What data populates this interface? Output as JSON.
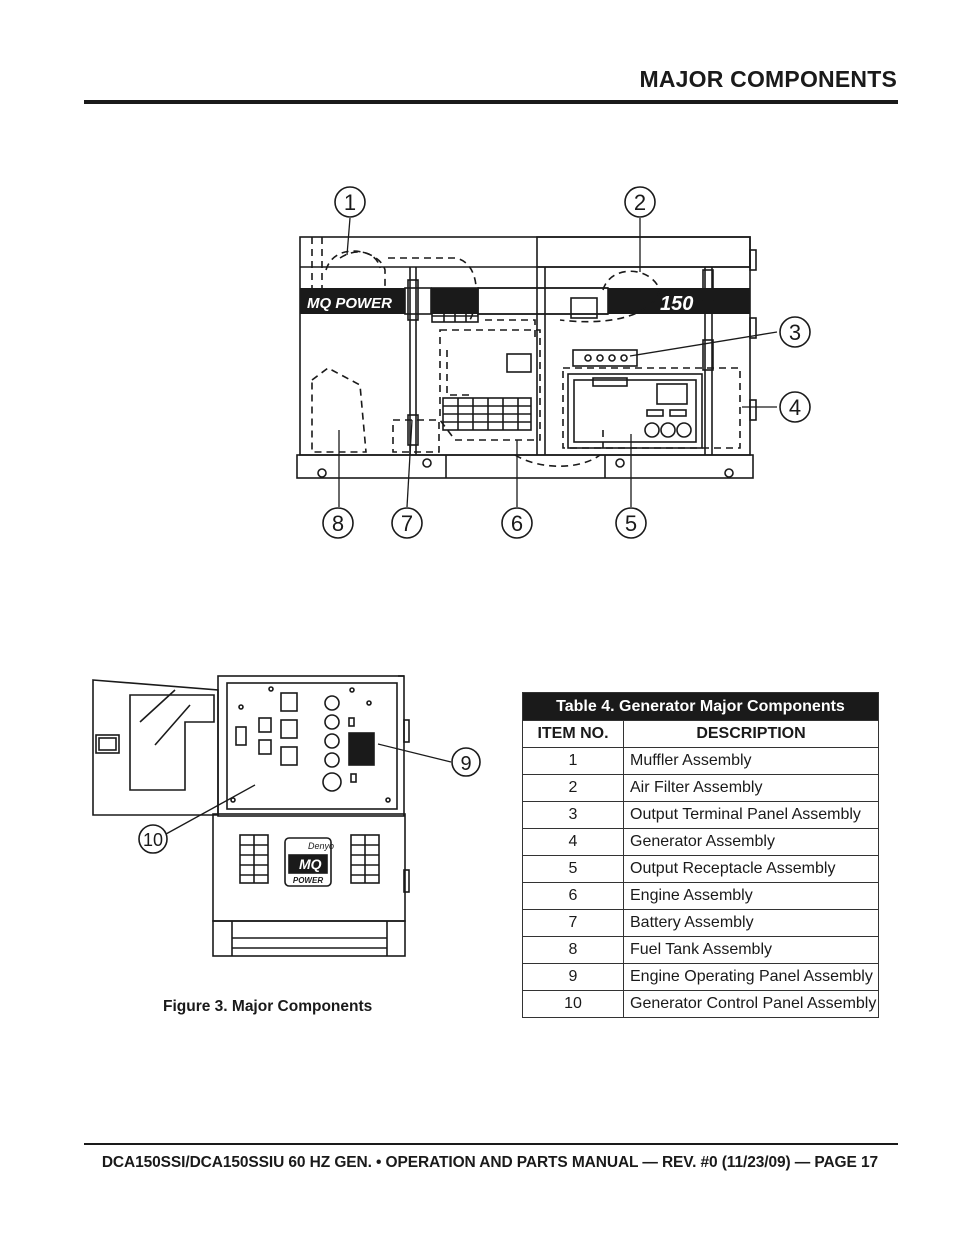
{
  "header": {
    "title": "MAJOR COMPONENTS"
  },
  "figure": {
    "caption": "Figure 3. Major Components",
    "brand_text": "MQ POWER",
    "model_text": "150",
    "panel_brand_top": "Denyo",
    "panel_brand_mid": "MQ",
    "panel_brand_bottom": "POWER",
    "callouts": [
      "1",
      "2",
      "3",
      "4",
      "5",
      "6",
      "7",
      "8",
      "9",
      "10"
    ]
  },
  "table": {
    "title": "Table 4. Generator Major Components",
    "columns": [
      "ITEM NO.",
      "DESCRIPTION"
    ],
    "rows": [
      {
        "item": "1",
        "description": "Muffler Assembly"
      },
      {
        "item": "2",
        "description": "Air Filter Assembly"
      },
      {
        "item": "3",
        "description": "Output Terminal Panel Assembly"
      },
      {
        "item": "4",
        "description": "Generator Assembly"
      },
      {
        "item": "5",
        "description": "Output Receptacle Assembly"
      },
      {
        "item": "6",
        "description": "Engine Assembly"
      },
      {
        "item": "7",
        "description": "Battery Assembly"
      },
      {
        "item": "8",
        "description": "Fuel Tank Assembly"
      },
      {
        "item": "9",
        "description": "Engine Operating Panel Assembly"
      },
      {
        "item": "10",
        "description": "Generator Control Panel Assembly"
      }
    ]
  },
  "footer": {
    "text": "DCA150SSI/DCA150SSIU 60 HZ GEN. • OPERATION AND PARTS MANUAL — REV. #0 (11/23/09) — PAGE 17"
  }
}
